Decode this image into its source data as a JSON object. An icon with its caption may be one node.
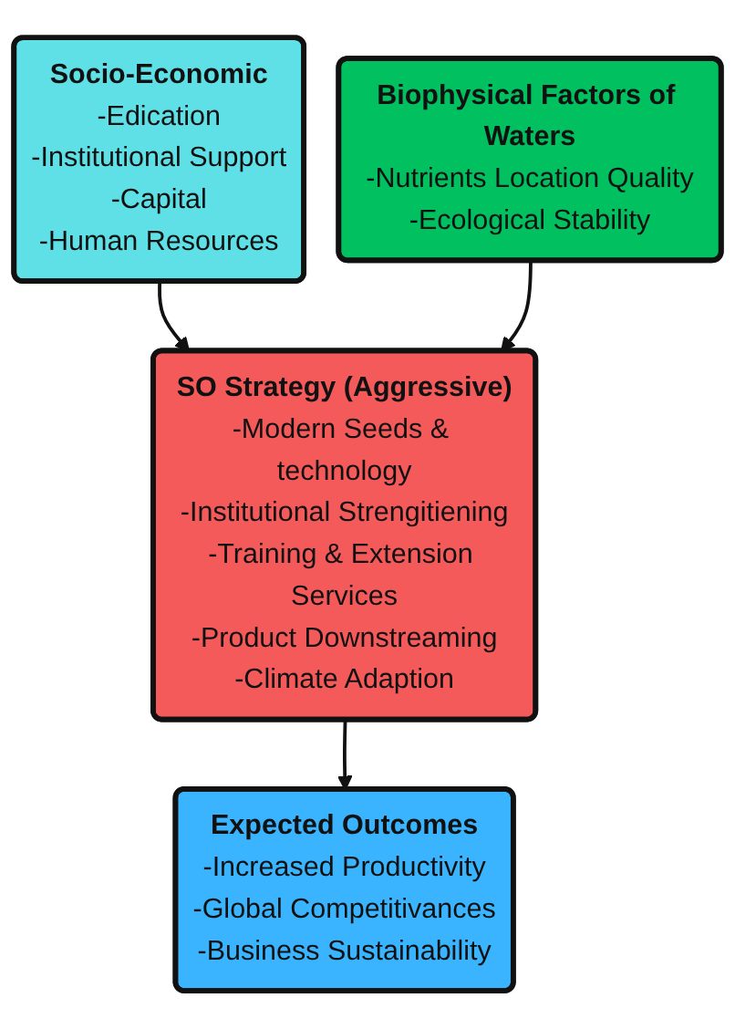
{
  "diagram": {
    "nodes": [
      {
        "text": [
          "Socio-Economic",
          "-Edication",
          "-Institutional Support",
          "-Capital",
          "-Human Resources"
        ]
      },
      {
        "text": [
          "Biophysical Factors of Waters",
          "-Nutrients Location Quality",
          "-Ecological Stability"
        ]
      },
      {
        "text": [
          "SO Strategy (Aggressive)",
          "-Modern Seeds & technology",
          "-Institutional Strengitiening",
          "-Training & Extension Services",
          "-Product Downstreaming",
          "-Climate Adaption"
        ]
      },
      {
        "text": [
          "Expected Outcomes",
          "-Increased Productivity",
          "-Global Competitivances",
          "-Business Sustainability"
        ]
      }
    ],
    "edges": [
      {
        "from": 0,
        "to": 2,
        "arrow": "to"
      },
      {
        "from": 1,
        "to": 2,
        "arrow": "to"
      },
      {
        "from": 2,
        "to": 3,
        "arrow": "to"
      }
    ]
  }
}
